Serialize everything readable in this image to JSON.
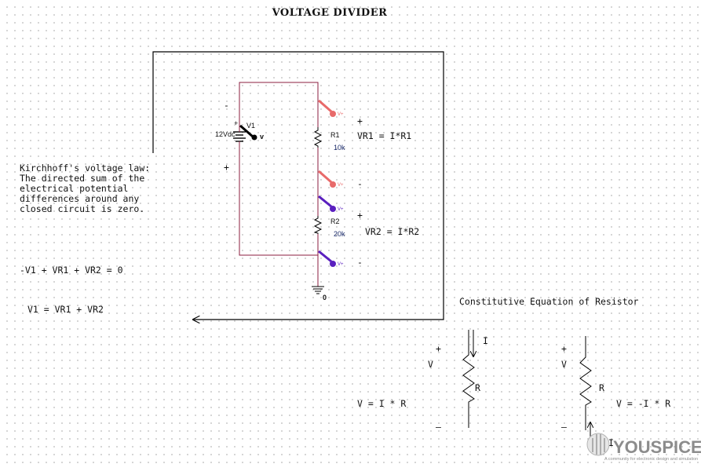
{
  "title": "VOLTAGE DIVIDER",
  "kvl_text": [
    "Kirchhoff's voltage law:",
    "The directed sum of the",
    "electrical potential",
    "differences around any",
    "closed circuit is zero."
  ],
  "eq_kvl": "-V1 + VR1 + VR2 = 0",
  "eq_v1": "V1 = VR1 + VR2",
  "source": {
    "name": "V1",
    "value": "12Vdc",
    "probe": "v",
    "minus": "-",
    "plus": "+"
  },
  "r1": {
    "name": "R1",
    "value": "10k",
    "eq": "VR1 = I*R1",
    "plus": "+",
    "minus": "-"
  },
  "r2": {
    "name": "R2",
    "value": "20k",
    "eq": "VR2 = I*R2",
    "plus": "+",
    "minus": "-"
  },
  "ground": "0",
  "probe_label": "V+",
  "constitutive_title": "Constitutive Equation of Resistor",
  "left_resistor": {
    "plus": "+",
    "v": "V",
    "r": "R",
    "minus": "–",
    "i": "I",
    "eq": "V = I * R"
  },
  "right_resistor": {
    "plus": "+",
    "v": "V",
    "r": "R",
    "minus": "–",
    "i": "I",
    "eq": "V = -I * R"
  },
  "logo": {
    "name": "YOUSPICE",
    "tagline": "A community for electronic design and simulation"
  },
  "colors": {
    "wire": "#8b1e3f",
    "probe_red": "#e86a6a",
    "probe_purple": "#5a1fbf",
    "arrow": "#000000"
  }
}
